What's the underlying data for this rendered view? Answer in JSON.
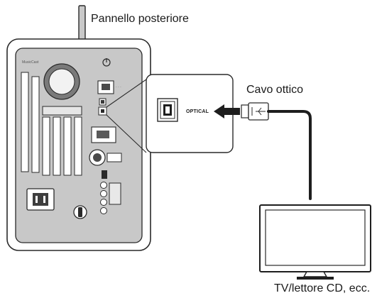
{
  "labels": {
    "rear_panel": "Pannello posteriore",
    "optical_cable": "Cavo ottico",
    "optical_port": "OPTICAL",
    "device": "TV/lettore CD, ecc.",
    "brand": "MusicCast"
  }
}
